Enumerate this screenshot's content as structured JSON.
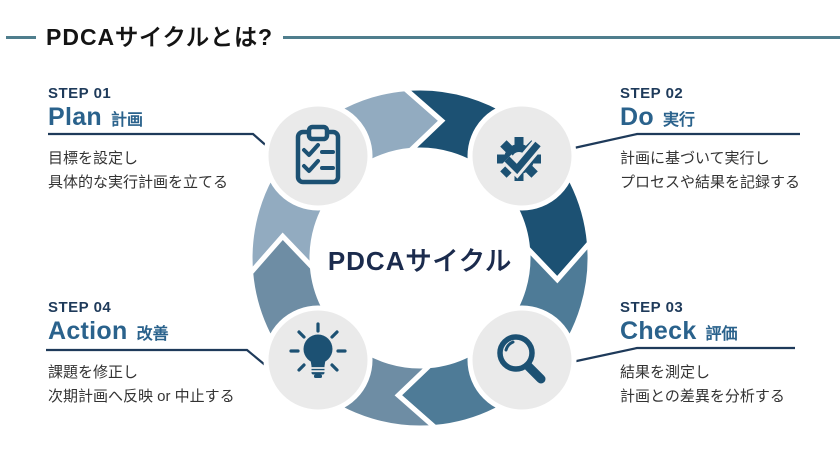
{
  "title": {
    "text": "PDCAサイクルとは?"
  },
  "center": {
    "label": "PDCAサイクル"
  },
  "steps": [
    {
      "step": "STEP 01",
      "name": "Plan",
      "name_ja": "計画",
      "desc_line1": "目標を設定し",
      "desc_line2": "具体的な実行計画を立てる",
      "icon": "clipboard-checklist-icon"
    },
    {
      "step": "STEP 02",
      "name": "Do",
      "name_ja": "実行",
      "desc_line1": "計画に基づいて実行し",
      "desc_line2": "プロセスや結果を記録する",
      "icon": "gear-check-icon"
    },
    {
      "step": "STEP 03",
      "name": "Check",
      "name_ja": "評価",
      "desc_line1": "結果を測定し",
      "desc_line2": "計画との差異を分析する",
      "icon": "magnifier-icon"
    },
    {
      "step": "STEP 04",
      "name": "Action",
      "name_ja": "改善",
      "desc_line1": "課題を修正し",
      "desc_line2": "次期計画へ反映 or 中止する",
      "icon": "lightbulb-icon"
    }
  ],
  "colors": {
    "accent_rule": "#4f7e8d",
    "ring_plan_segment": "#92abc0",
    "ring_do_segment": "#1c5173",
    "ring_check_segment": "#4e7b97",
    "ring_action_segment": "#6e8da4",
    "icon_color": "#1c5173",
    "icon_circle": "#eaeaea",
    "step_number_text": "#1e3a5a",
    "step_title_text": "#2a628c",
    "body_text": "#333333",
    "center_text": "#1b2b4d"
  }
}
